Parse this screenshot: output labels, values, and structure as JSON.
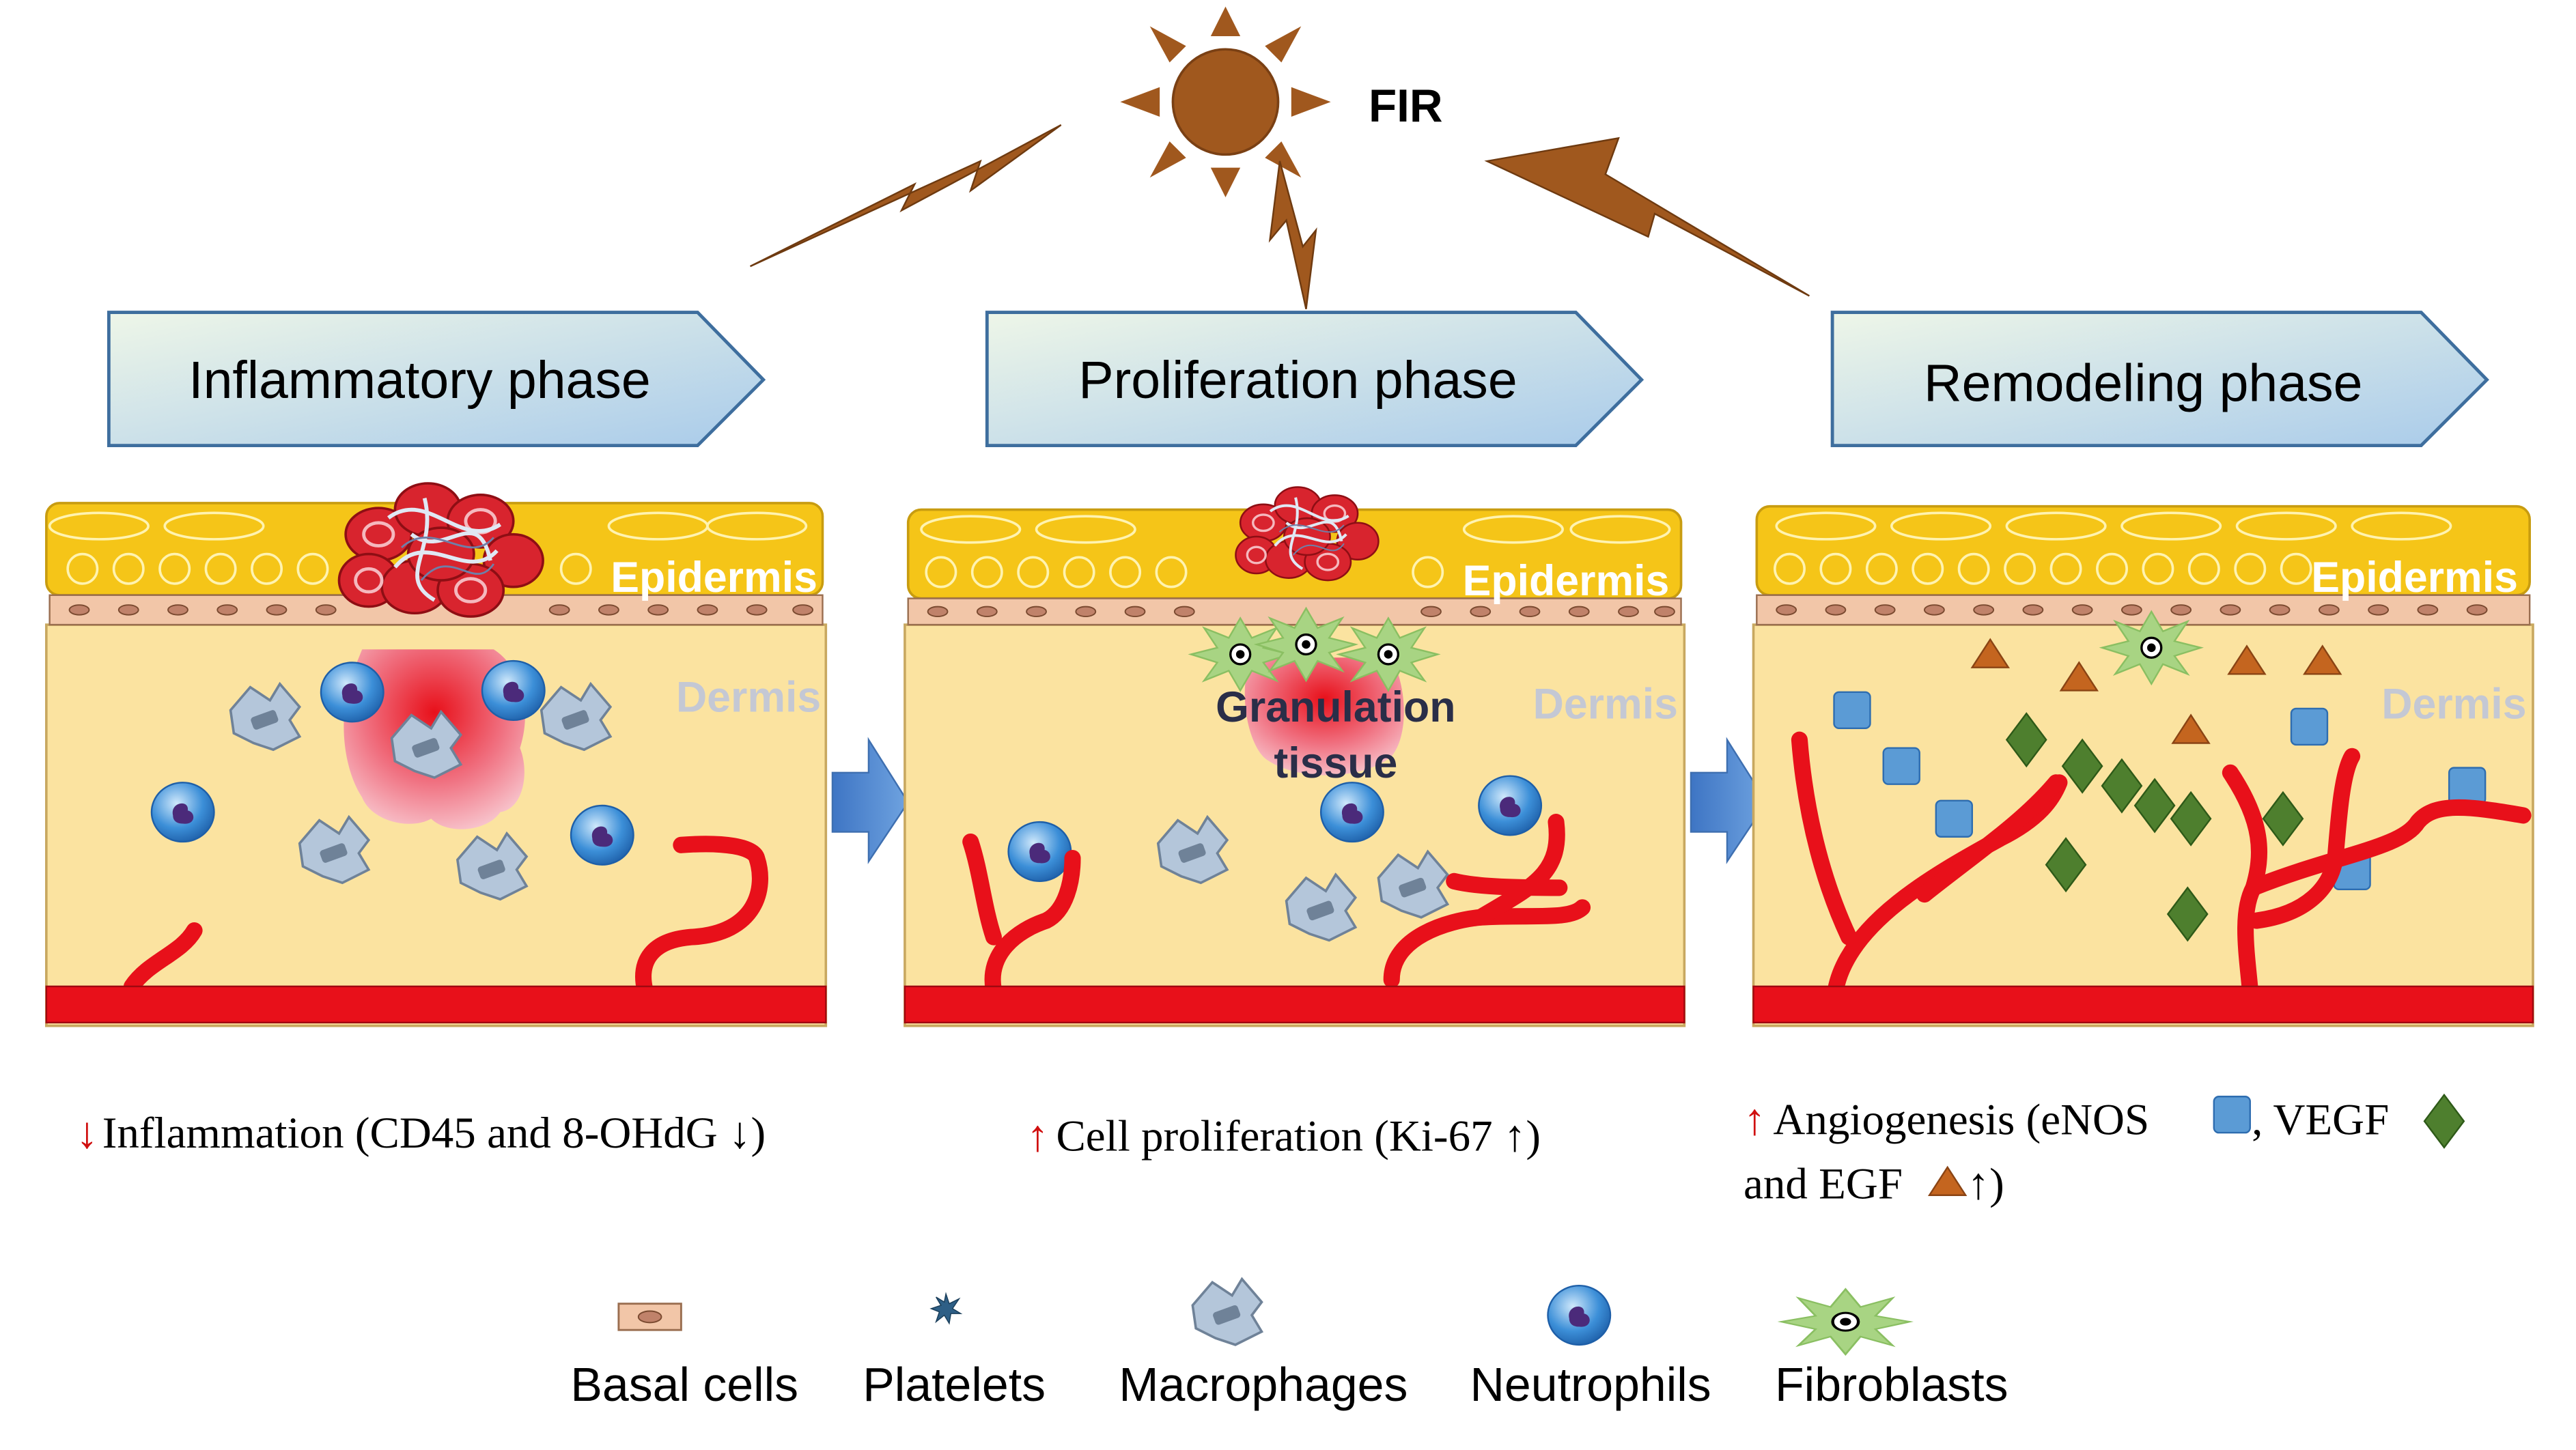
{
  "source": "FIR",
  "phases": [
    {
      "label": "Inflammatory phase",
      "layer_top": "Epidermis",
      "layer_bottom": "Dermis",
      "effect": {
        "arrow": "↓",
        "text": "Inflammation (CD45 and 8-OHdG ↓)"
      }
    },
    {
      "label": "Proliferation phase",
      "layer_top": "Epidermis",
      "layer_bottom": "Dermis",
      "center_label_1": "Granulation",
      "center_label_2": "tissue",
      "effect": {
        "arrow": "↑",
        "text": "Cell proliferation (Ki-67 ↑)"
      }
    },
    {
      "label": "Remodeling phase",
      "layer_top": "Epidermis",
      "layer_bottom": "Dermis",
      "effect": {
        "arrow": "↑",
        "text_1": "Angiogenesis (eNOS",
        "text_2": ", VEGF",
        "text_3": "and EGF",
        "text_4": "↑)"
      }
    }
  ],
  "legend": [
    {
      "icon": "basal-cell-icon",
      "label": "Basal cells"
    },
    {
      "icon": "platelet-icon",
      "label": "Platelets"
    },
    {
      "icon": "macrophage-icon",
      "label": "Macrophages"
    },
    {
      "icon": "neutrophil-icon",
      "label": "Neutrophils"
    },
    {
      "icon": "fibroblast-icon",
      "label": "Fibroblasts"
    }
  ],
  "colors": {
    "bolt": "#A0581E",
    "sun": "#A0581E",
    "epidermis": "#F5C518",
    "basal": "#F2C6A8",
    "dermis": "#FBE3A0",
    "vessel": "#E8101A",
    "neutrophil": "#2E86D6",
    "macrophage": "#A9BCD0",
    "fibroblast": "#9BCB73",
    "enos": "#5B9BD5",
    "vegf": "#4E7F2E",
    "egf": "#C4651F",
    "down_arrow": "#D01010",
    "phase_fill_light": "#E8F2E8",
    "phase_fill_blue": "#AFCDEB",
    "flow_arrow": "#5B8FD4"
  }
}
